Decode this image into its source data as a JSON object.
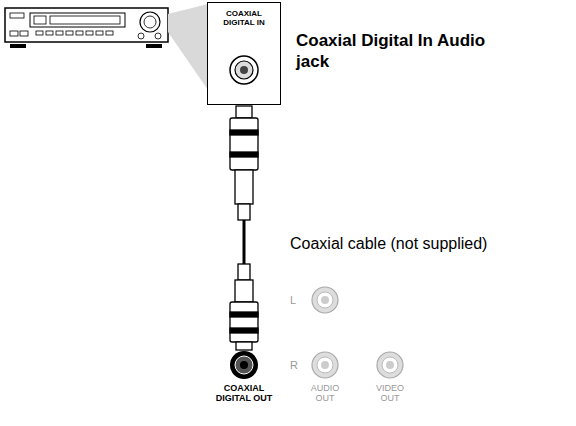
{
  "diagram": {
    "nodes": [
      {
        "text": [
          "COAXIAL DIGITAL IN"
        ]
      }
    ],
    "labels": [
      "Coaxial Digital In Audio jack",
      "Coaxial cable (not supplied)",
      "L",
      "R",
      "COAXIAL DIGITAL OUT",
      "AUDIO OUT",
      "VIDEO OUT"
    ]
  }
}
